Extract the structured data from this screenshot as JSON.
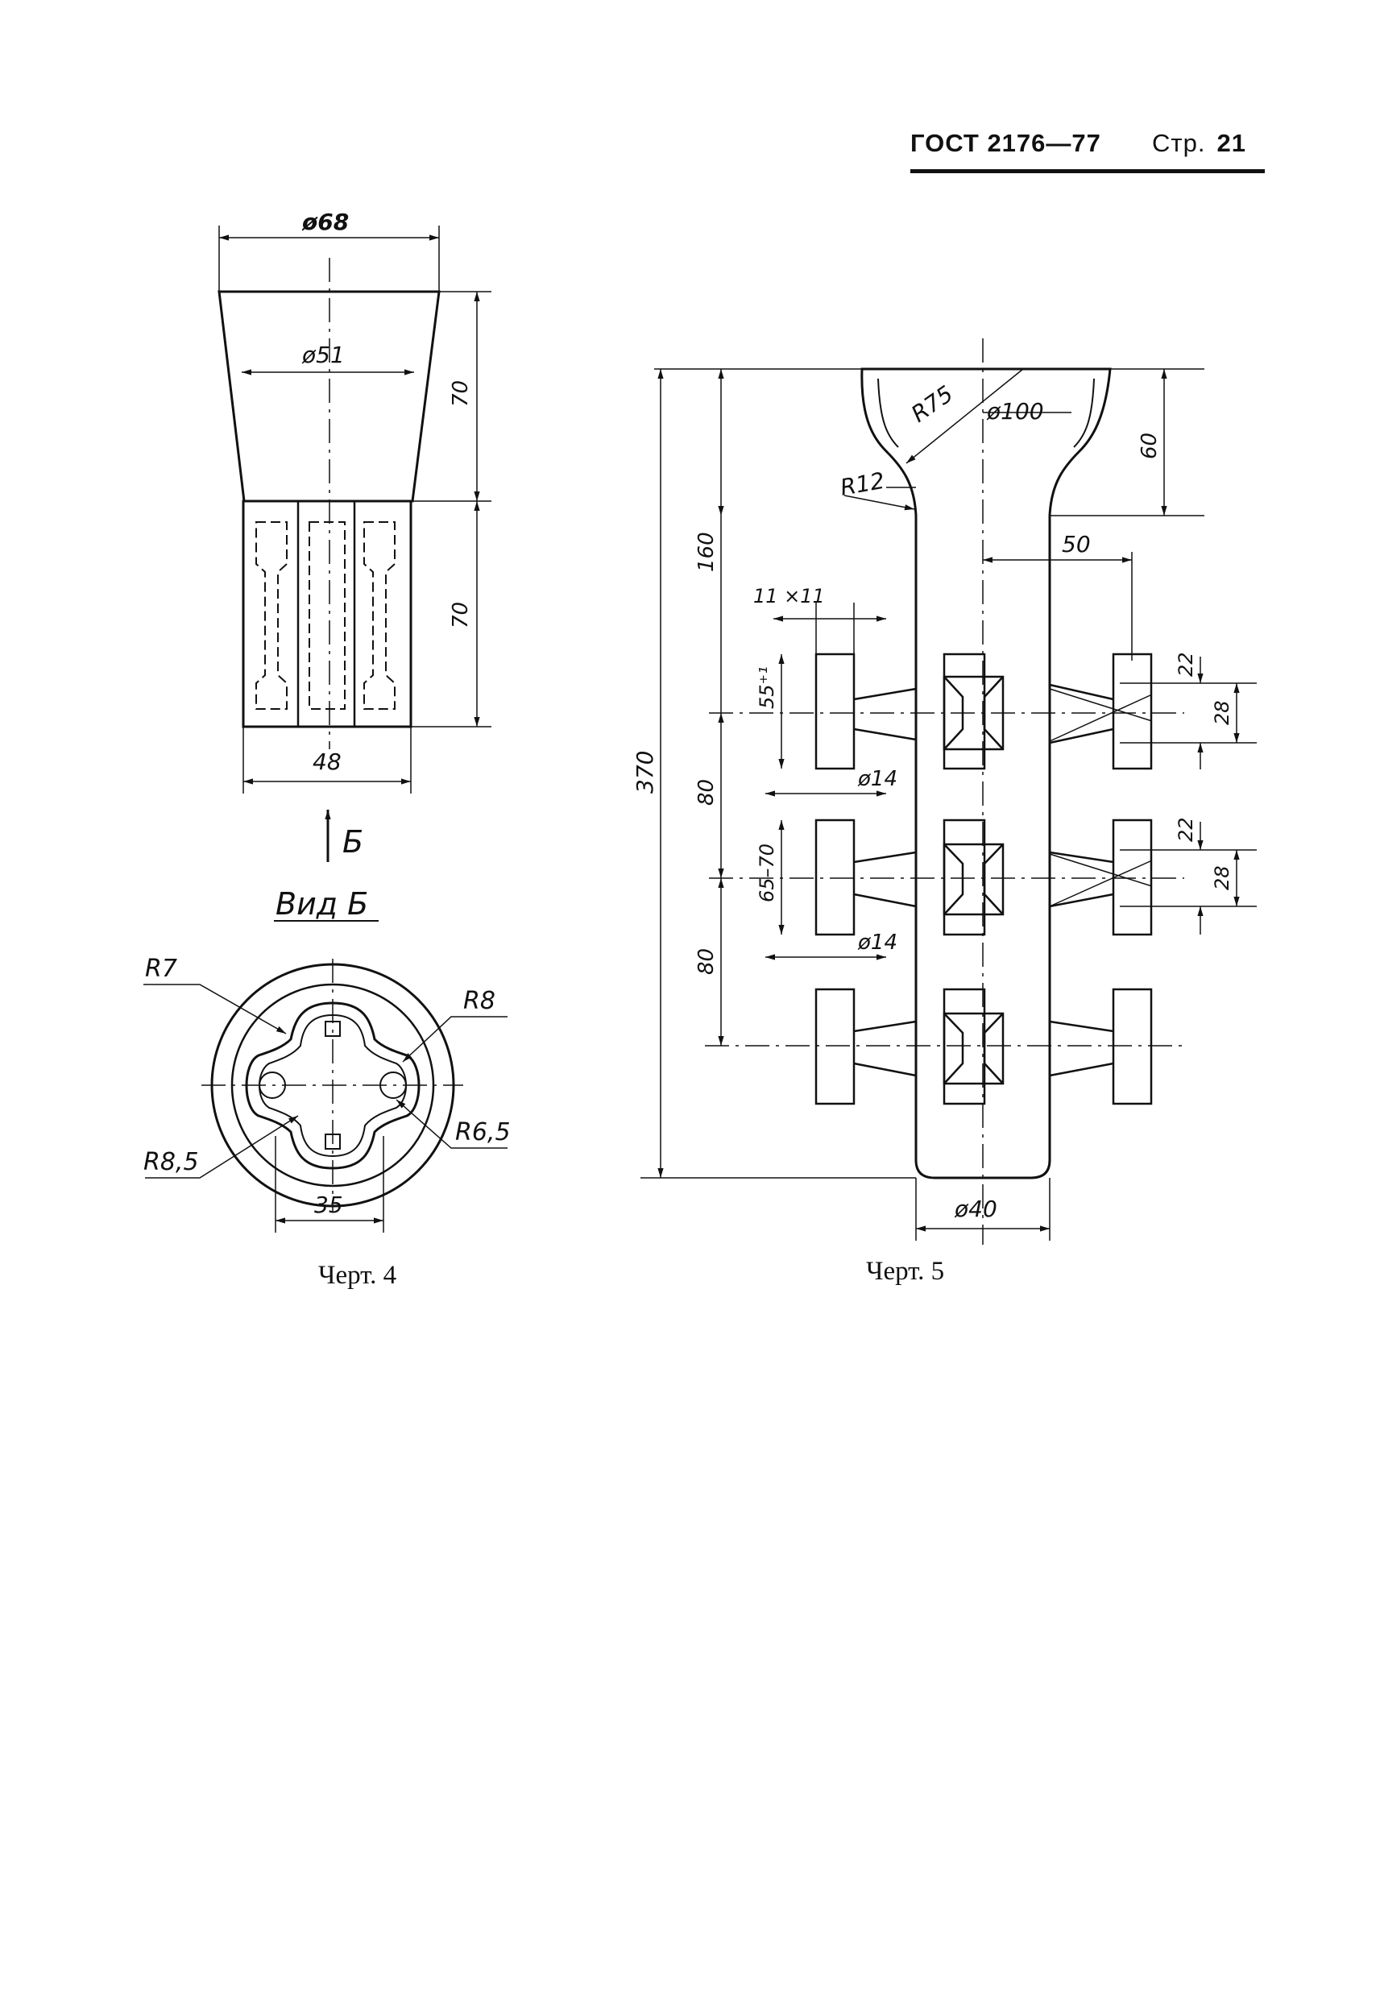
{
  "header": {
    "standard": "ГОСТ 2176—77",
    "page_label": "Стр.",
    "page_number": "21"
  },
  "fig4": {
    "caption": "Черт. 4",
    "dims": {
      "d68": "ø68",
      "d51": "ø51",
      "h70_top": "70",
      "h70_bottom": "70",
      "w48": "48",
      "arrow_label": "Б",
      "view_label": "Вид Б",
      "r7": "R7",
      "r8": "R8",
      "r8_5": "R8,5",
      "r6_5": "R6,5",
      "w35": "35"
    }
  },
  "fig5": {
    "caption": "Черт. 5",
    "dims": {
      "r75": "R75",
      "d100": "ø100",
      "r12": "R12",
      "h60": "60",
      "h160": "160",
      "h370": "370",
      "w50": "50",
      "sq11": "11 ×11",
      "h55": "55⁺¹",
      "h80a": "80",
      "d14a": "ø14",
      "h65_70": "65–70",
      "h80b": "80",
      "d14b": "ø14",
      "h22a": "22",
      "h28a": "28",
      "h22b": "22",
      "h28b": "28",
      "d40": "ø40"
    }
  }
}
